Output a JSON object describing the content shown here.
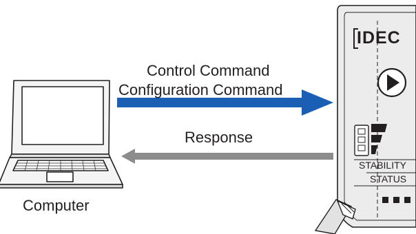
{
  "labels": {
    "control_command": "Control Command",
    "configuration_command": "Configuration Command",
    "response": "Response",
    "computer": "Computer"
  },
  "device": {
    "brand": "IDEC",
    "stability": "STABILITY",
    "status": "STATUS"
  },
  "colors": {
    "command_arrow": "#1a5fb4",
    "response_arrow": "#8c8c8c",
    "outline": "#231f20",
    "device_fill": "#ececec"
  },
  "icons": {
    "computer": "laptop-icon",
    "device_button": "play-icon",
    "stability": "signal-bars-icon"
  }
}
